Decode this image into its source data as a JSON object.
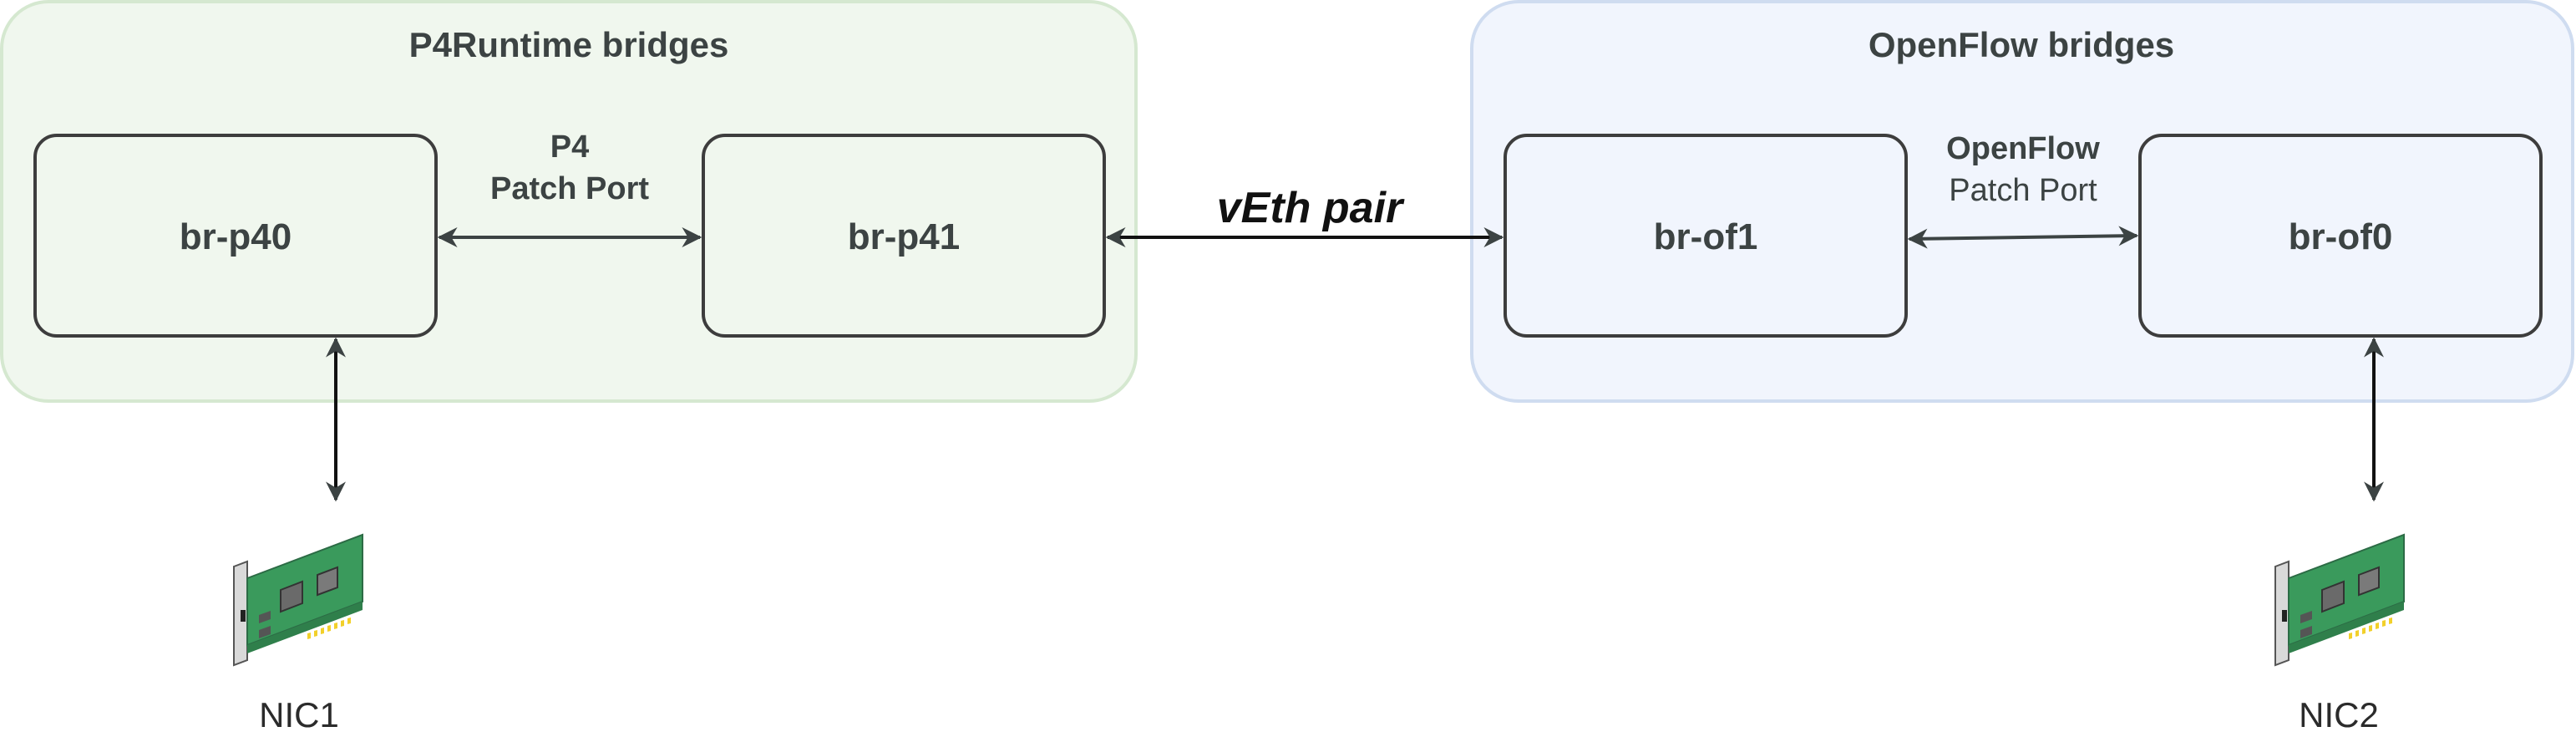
{
  "colors": {
    "p4_group_fill": "#f0f7ee",
    "p4_group_stroke": "#d5e8d0",
    "of_group_fill": "#f1f5fd",
    "of_group_stroke": "#cfdcf0",
    "box_stroke": "#3d3d3d",
    "text_dark": "#3c4343",
    "veth_text": "#111111",
    "arrow": "#3c4343",
    "nic_board": "#3f9f5f",
    "nic_bracket": "#cfcfcf"
  },
  "groups": {
    "p4": {
      "title": "P4Runtime bridges"
    },
    "openflow": {
      "title": "OpenFlow bridges"
    }
  },
  "bridges": {
    "br_p40": "br-p40",
    "br_p41": "br-p41",
    "br_of1": "br-of1",
    "br_of0": "br-of0"
  },
  "links": {
    "p4_patch_line1": "P4",
    "p4_patch_line2": "Patch Port",
    "of_patch_line1": "OpenFlow",
    "of_patch_line2": "Patch Port",
    "veth": "vEth pair"
  },
  "nics": {
    "nic1": {
      "label": "NIC1",
      "icon": "network-card-icon"
    },
    "nic2": {
      "label": "NIC2",
      "icon": "network-card-icon"
    }
  }
}
